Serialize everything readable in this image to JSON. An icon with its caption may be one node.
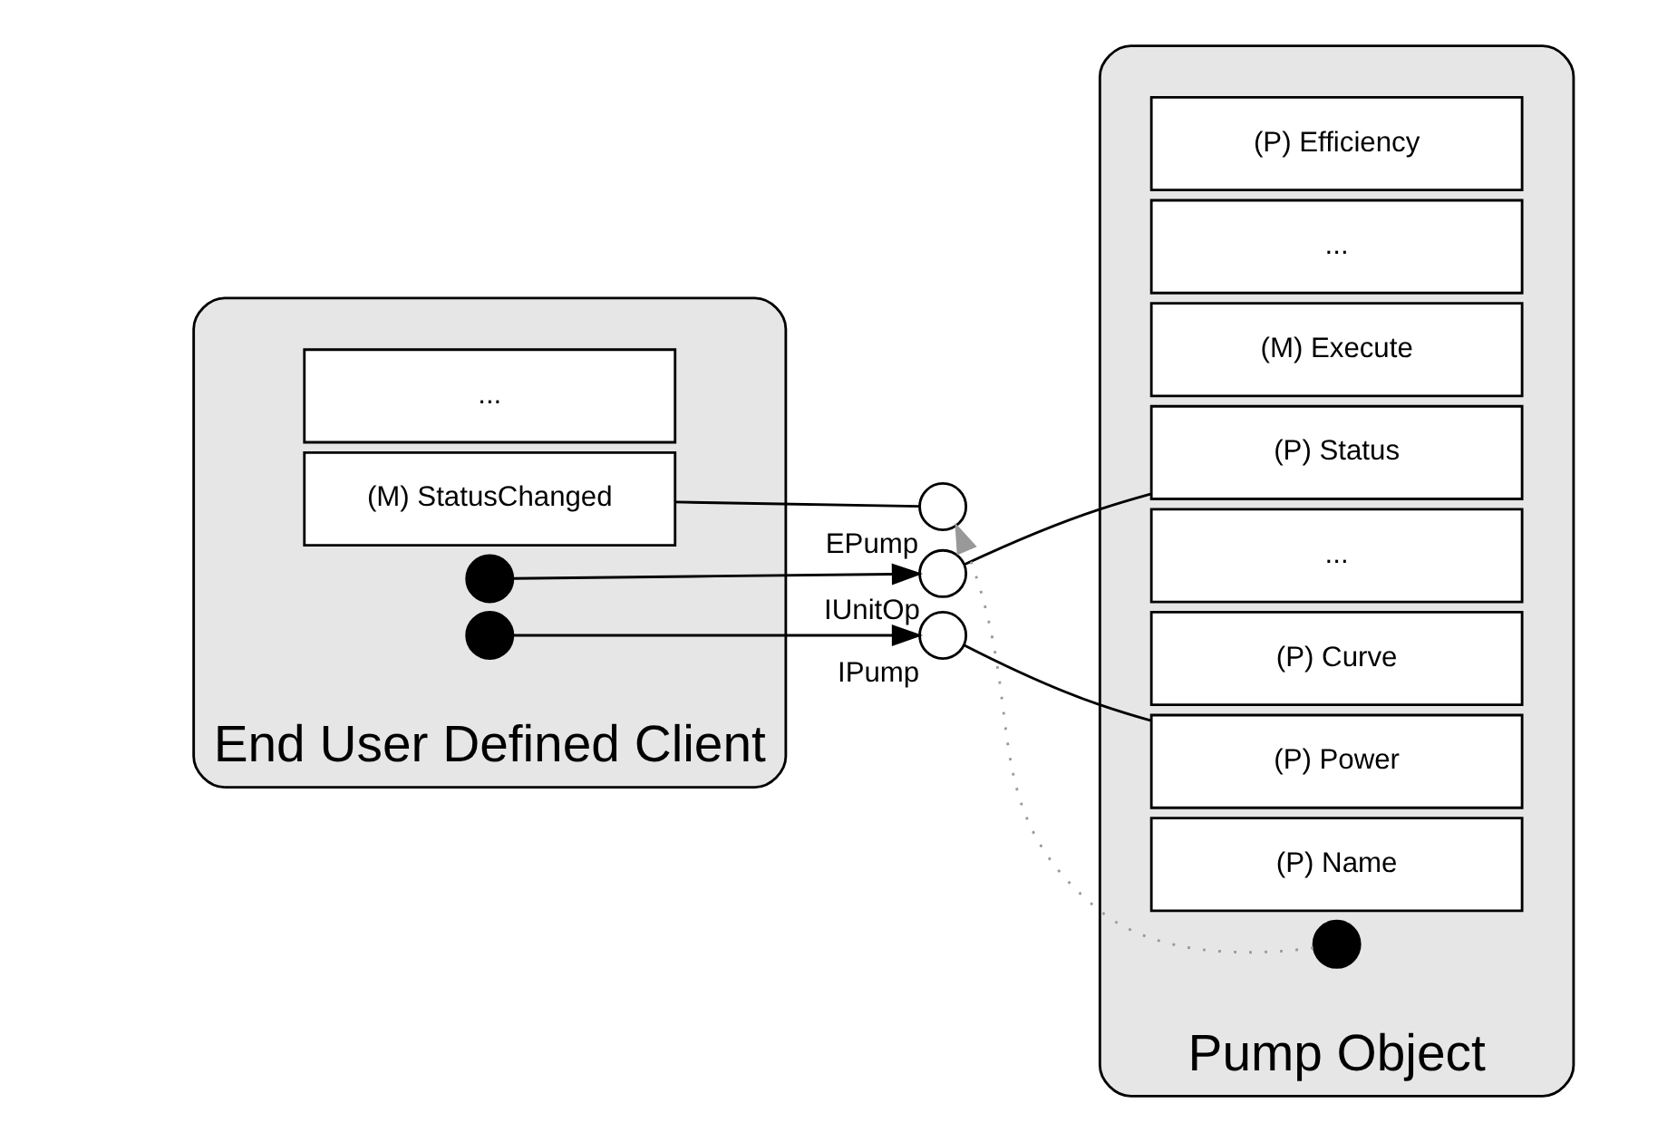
{
  "diagram": {
    "nodes": [
      {
        "text": [
          "End User Defined Client"
        ]
      },
      {
        "text": [
          "(M) StatusChanged"
        ],
        "in": 0
      },
      {
        "text": [
          "..."
        ],
        "in": 0
      },
      {
        "text": [],
        "shape": "dot",
        "in": 0
      },
      {
        "text": [],
        "shape": "dot",
        "in": 0
      },
      {
        "text": [],
        "shape": "circle",
        "beside": [
          "EPump"
        ]
      },
      {
        "text": [],
        "shape": "circle",
        "beside": [
          "IUnitOp"
        ]
      },
      {
        "text": [],
        "shape": "circle",
        "beside": [
          "IPump"
        ]
      },
      {
        "text": [
          "Pump Object"
        ]
      },
      {
        "text": [],
        "shape": "dot",
        "in": 8
      },
      {
        "text": [
          "(P) Name"
        ],
        "in": 8
      },
      {
        "text": [
          "(P) Status"
        ],
        "in": 8
      },
      {
        "text": [
          "(M) Execute"
        ],
        "in": 8
      },
      {
        "text": [
          "..."
        ],
        "in": 8
      },
      {
        "text": [
          "(P) Efficiency"
        ],
        "in": 8
      },
      {
        "text": [
          "(P) Power"
        ],
        "in": 8
      },
      {
        "text": [
          "(P) Curve"
        ],
        "in": 8
      },
      {
        "text": [
          "..."
        ],
        "in": 8
      }
    ],
    "edges": [
      {
        "from": 1,
        "to": 5,
        "arrow": "none"
      },
      {
        "from": 9,
        "to": 5,
        "arrow": "to",
        "style": "dashed",
        "color": "#999999"
      },
      {
        "from": 3,
        "to": 6,
        "arrow": "to"
      },
      {
        "from": 6,
        "to": 11,
        "arrow": "none"
      },
      {
        "from": 4,
        "to": 7,
        "arrow": "to"
      },
      {
        "from": 7,
        "to": 15,
        "arrow": "none"
      }
    ]
  }
}
